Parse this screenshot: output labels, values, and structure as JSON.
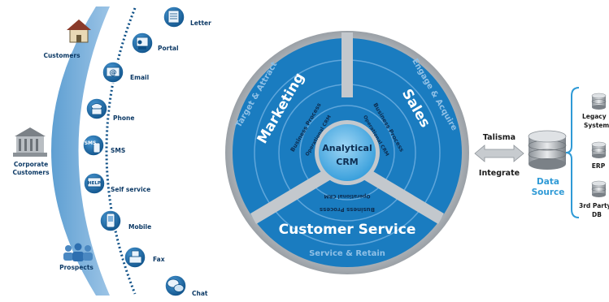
{
  "left_panel": {
    "customer_types": [
      {
        "label": "Customers",
        "icon": "house-icon"
      },
      {
        "label": "Corporate Customers",
        "line1": "Corporate",
        "line2": "Customers",
        "icon": "building-icon"
      },
      {
        "label": "Prospects",
        "icon": "people-icon"
      }
    ],
    "channels": [
      {
        "label": "Letter",
        "icon": "letter-icon"
      },
      {
        "label": "Portal",
        "icon": "portal-icon"
      },
      {
        "label": "Email",
        "icon": "email-icon"
      },
      {
        "label": "Phone",
        "icon": "phone-icon"
      },
      {
        "label": "SMS",
        "icon": "sms-icon",
        "icon_text": "SMS"
      },
      {
        "label": "Self service",
        "icon": "self-service-icon",
        "icon_text": "HELP"
      },
      {
        "label": "Mobile",
        "icon": "mobile-icon"
      },
      {
        "label": "Fax",
        "icon": "fax-icon"
      },
      {
        "label": "Chat",
        "icon": "chat-icon"
      }
    ]
  },
  "wheel": {
    "center_line1": "Analytical",
    "center_line2": "CRM",
    "segments": [
      {
        "title": "Marketing",
        "outer": "Target & Attract",
        "process": "Business Process",
        "inner": "Operational CRM"
      },
      {
        "title": "Sales",
        "outer": "Engage & Acquire",
        "process": "Business Process",
        "inner": "Operational CRM"
      },
      {
        "title": "Customer Service",
        "outer": "Service & Retain",
        "process": "Business Process",
        "inner": "Operational CRM"
      }
    ]
  },
  "integration": {
    "top_label": "Talisma",
    "bottom_label": "Integrate",
    "data_source_line1": "Data",
    "data_source_line2": "Source",
    "systems": [
      {
        "label": "Legacy Systems",
        "line1": "Legacy",
        "line2": "Systems"
      },
      {
        "label": "ERP",
        "line1": "ERP",
        "line2": ""
      },
      {
        "label": "3rd Party DB",
        "line1": "3rd Party",
        "line2": "DB"
      }
    ]
  },
  "colors": {
    "primary_blue": "#1a7cc0",
    "light_blue": "#7fb2dc",
    "dark_blue": "#0d5690",
    "label_blue": "#2f9ad6"
  }
}
